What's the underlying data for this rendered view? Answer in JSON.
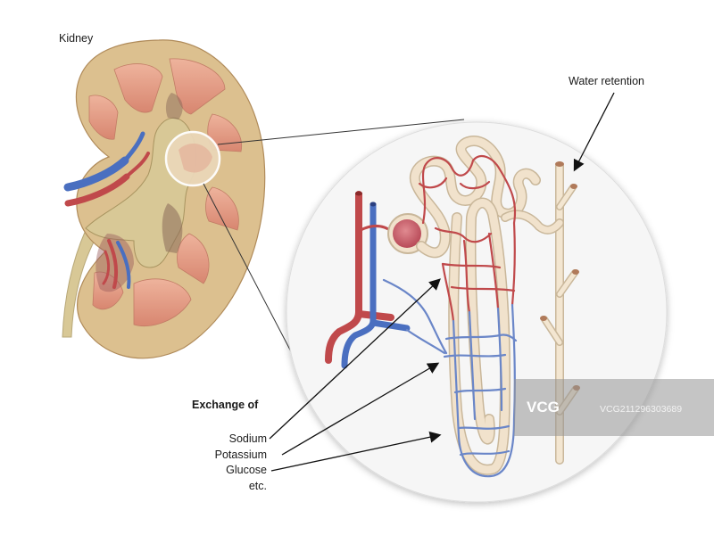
{
  "labels": {
    "kidney": "Kidney",
    "water_retention": "Water retention",
    "exchange_heading": "Exchange of",
    "items": [
      "Sodium",
      "Potassium",
      "Glucose",
      "etc."
    ]
  },
  "watermark": {
    "logo": "VCG",
    "code": "VCG211296303689"
  },
  "colors": {
    "kidney_cortex": "#dcc08f",
    "kidney_medulla": "#e6a28a",
    "renal_pelvis": "#d8c896",
    "artery": "#c0494b",
    "vein": "#4a6fc0",
    "tubule": "#f1e2cc",
    "magnifier_fill": "#f5f5f5"
  }
}
